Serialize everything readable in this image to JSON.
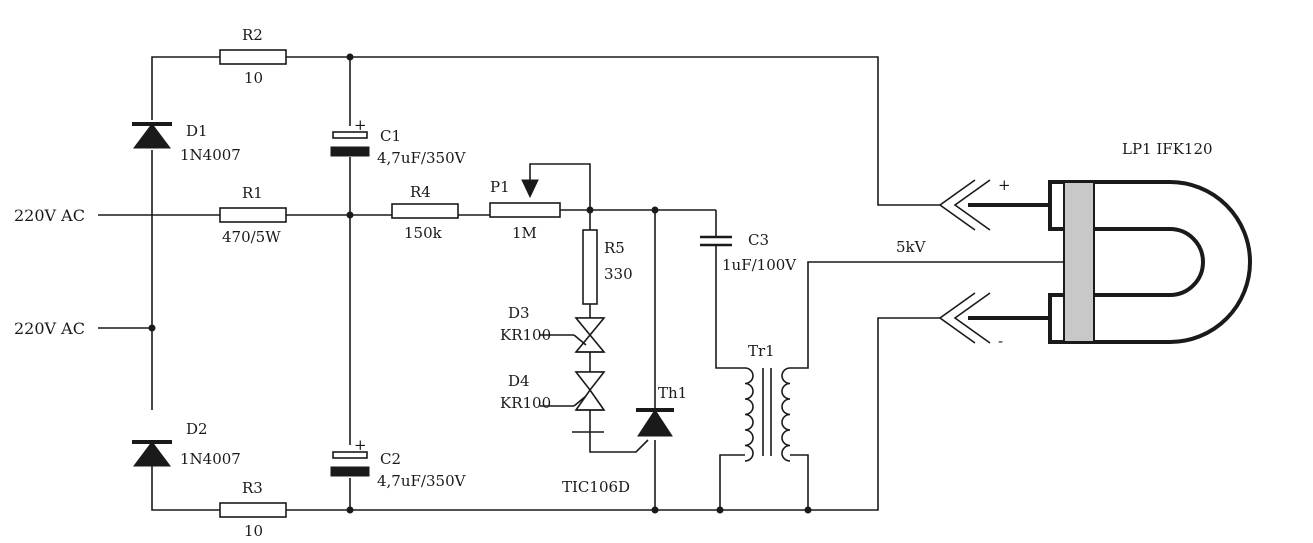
{
  "inputs": {
    "ac_top": "220V AC",
    "ac_bottom": "220V AC"
  },
  "R1": {
    "ref": "R1",
    "value": "470/5W"
  },
  "R2": {
    "ref": "R2",
    "value": "10"
  },
  "R3": {
    "ref": "R3",
    "value": "10"
  },
  "R4": {
    "ref": "R4",
    "value": "150k"
  },
  "R5": {
    "ref": "R5",
    "value": "330"
  },
  "P1": {
    "ref": "P1",
    "value": "1M"
  },
  "D1": {
    "ref": "D1",
    "value": "1N4007"
  },
  "D2": {
    "ref": "D2",
    "value": "1N4007"
  },
  "D3": {
    "ref": "D3",
    "value": "KR100"
  },
  "D4": {
    "ref": "D4",
    "value": "KR100"
  },
  "C1": {
    "ref": "C1",
    "value": "4,7uF/350V",
    "polarity": "+"
  },
  "C2": {
    "ref": "C2",
    "value": "4,7uF/350V",
    "polarity": "+"
  },
  "C3": {
    "ref": "C3",
    "value": "1uF/100V"
  },
  "Th1": {
    "ref": "Th1",
    "value": "TIC106D"
  },
  "Tr1": {
    "ref": "Tr1"
  },
  "lamp": {
    "ref": "LP1 IFK120",
    "voltage": "5kV",
    "plus": "+",
    "minus": "-"
  }
}
